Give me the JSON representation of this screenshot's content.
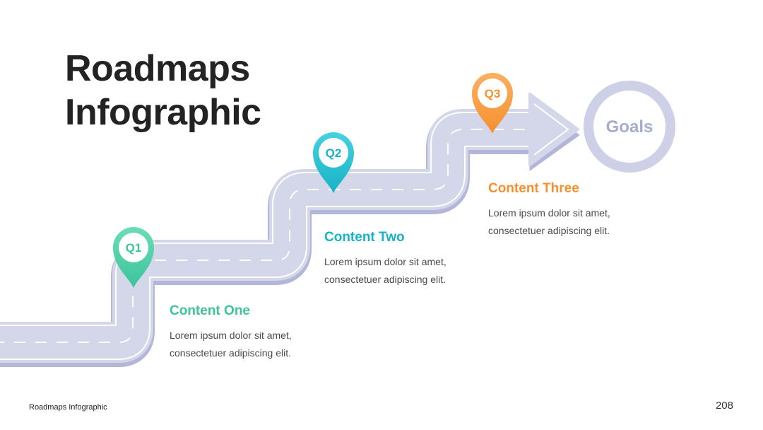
{
  "slide": {
    "title": "Roadmaps\nInfographic",
    "footer_title": "Roadmaps Infographic",
    "page_number": "208"
  },
  "goal": {
    "label": "Goals",
    "color": "#cdd0e6",
    "text_color": "#a7acd0"
  },
  "road": {
    "surface_color": "#d4d6ea",
    "edge_color": "#b3b6d8",
    "line_color": "#ffffff"
  },
  "milestones": [
    {
      "pin_label": "Q1",
      "title": "Content One",
      "text": "Lorem ipsum dolor sit amet,\nconsectetuer adipiscing elit.",
      "color": "#3cc49a",
      "color_light": "#6bdcb8"
    },
    {
      "pin_label": "Q2",
      "title": "Content Two",
      "text": "Lorem ipsum dolor sit amet,\nconsectetuer adipiscing elit.",
      "color": "#16b3c6",
      "color_light": "#48d2e0"
    },
    {
      "pin_label": "Q3",
      "title": "Content Three",
      "text": "Lorem ipsum dolor sit amet,\nconsectetuer adipiscing elit.",
      "color": "#f6902f",
      "color_light": "#fbb060"
    }
  ]
}
